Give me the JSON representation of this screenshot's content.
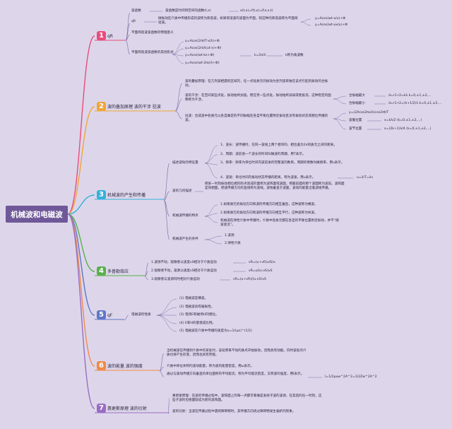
{
  "root": {
    "label": "机械波和电磁波"
  },
  "colors": {
    "b1": "#e84c7a",
    "b2": "#f0a538",
    "b3": "#34b1d8",
    "b4": "#58b04c",
    "b5": "#5f76c8",
    "b6": "#ef8a48",
    "b7": "#9a6cc4",
    "line": "#7b6aa8"
  },
  "branches": [
    {
      "num": "1",
      "label": "qR"
    },
    {
      "num": "2",
      "label": "波的叠加原理 波的干涉 驻波"
    },
    {
      "num": "3",
      "label": "机械波的产生和传播"
    },
    {
      "num": "4",
      "label": "多普勒效应"
    },
    {
      "num": "5",
      "label": "qF"
    },
    {
      "num": "6",
      "label": "波的能量 波的强度"
    },
    {
      "num": "7",
      "label": "惠更斯原理 波的衍射"
    }
  ],
  "b1": {
    "n1": "波函数",
    "n1a": "波函数是时间和空间的函数(t,x)",
    "n1b": "x(t,x)=f(t,x)=f(x,x,t)",
    "n2": "qR",
    "n2a": "微振动在介质中传播形成的波称为简谐波。如果简谐波的波面为平面，则这种的简谐波称为平面简谐波。",
    "n2b": "y=Acos(wt-x/u)+Ф",
    "n2c": "y=Acos(wt-ux/u)+Ф",
    "n3": "平面简谐波波函数的物理意义",
    "n4": "平面简谐波波函数的其他形式",
    "f1": "y=Acos(2πt/T-x/λ)+Ф",
    "f2": "y=Acos(2π/λ(ut-x)+Ф)",
    "f3": "y=Acos(wt-kx+Ф)",
    "f4": "y=Acos(wt-2πx/λ+Ф)",
    "k": "k=2π/λ",
    "kd": "k称为角波数"
  },
  "b2": {
    "a": "波的叠加原理：在几列波相遇的区域内，任一点处质元的振动为各列波单独在该点引起的振动的合振动。",
    "b": "波的干涉：在空间某些点处，振动始终加强，而在另一些点处，振动始终减弱或者抵消，这种稳定的图像称为干涉。",
    "b1": "合振幅最大",
    "b1v": "d=r1-r2=kλ k=0,±1,±2,...",
    "b2": "合振幅最小",
    "b2v": "d=r1-r2=(k+1/2)λ k=0,±1,±2,...",
    "c": "驻波：合成波中各质元以各自确定的不同振幅在各自平衡位置附近振动且没有振动状态或相位传播的波。",
    "c1": "y=(2Acos2πx/λ)cos2πt/T",
    "c2": "波腹位置",
    "c2v": "x=kλ/2 (k=0,±1,±2,...)",
    "c3": "波节位置",
    "c3v": "x=(2k+1)λ/4 (k=0,±1,±2,...)"
  },
  "b3": {
    "desc": "描述波动的特征量",
    "d1": "1、波长：波传播时，在同一波线上两个相邻的、相位差为2π的质元之间的距离。",
    "d2": "2、周期：波前进一个波长的时间叫做波的周期，用T表示。",
    "d3": "3、频率：频率为单位时间内波前进的完整波的数目。周期的倒数叫做频率，用ν表示。",
    "d4": "4、波速：单位时间内振动状态传播的距离，称为波速，用u表示。",
    "d4v": "u=λ/T=λν",
    "geo": "波的几何描述",
    "geov": "把某一时刻振动相位相同的点连成的面称为波阵面或波面，把最前面的那个波面称为波前。波阵面是同相面。把波传播方向的直线称为波线。波线垂直于波面，波动的能量沿着波线传播。",
    "feat": "机械波传播的特点",
    "f1": "1.如果质元的振动方向和波的传播方向相互垂直，这种波称为横波。",
    "f2": "2.如果质元的振动方向和波的传播方向相互平行，这种波称为纵波。",
    "f3": "机械波在弹性介质中传播时，介质中各质元都在各自的平衡位置附近振动，并不“随波逐流”。",
    "cond": "机械波产生的条件",
    "c1": "1.波源",
    "c2": "2.弹性介质"
  },
  "b4": {
    "a": "1.波源不动，观察者以速度v0相对于介质运动",
    "av": "vR=(u+vR)v/S/u",
    "b": "2.观察者不动，波源以速度vS相对于介质运动",
    "bv": "vR=u/(u-vS)vS",
    "c": "3.观察者与波源同时相对介质运动",
    "cv": "vR=(u+vR)/(u-vS)vS"
  },
  "b5": {
    "prop": "电磁波的性质",
    "p1": "(1)  电磁波是横波。",
    "p2": "(2)  电磁波具有偏振性。",
    "p3": "(3)  电场E和磁场H同相位。",
    "p4": "(4)  E和H的量值成比例。",
    "p5": "(5)  电磁波在介质中传播的速度为u=1/(με)^(1/2)"
  },
  "b6": {
    "a": "当机械波在传播到介质中的某处时，该处原来不动的质点开始振动，因而具有动能。同时该处的介质也将产生形变，因而也具有势能。",
    "b": "介质中单位体积的波动能量，称为波的能量密度，用ω表示。",
    "c": "通过与波动传播方向垂直的单位面积的平均能流，称为平均能流密度，又称波的强度，用I表示。",
    "cv": "I=1/2ρuw^2A^2=1/2Zw^2A^2"
  },
  "b7": {
    "a": "惠更斯原理：在波的传播过程中，波阵面上的每一点都可看做是发射子波的波源，在其后的任一时刻，这些子波的包络面就成为新的波阵面。",
    "b": "波的衍射：当波在传播过程中遇到障碍物时，其传播方向绕过障碍物发生偏折的现象。"
  }
}
